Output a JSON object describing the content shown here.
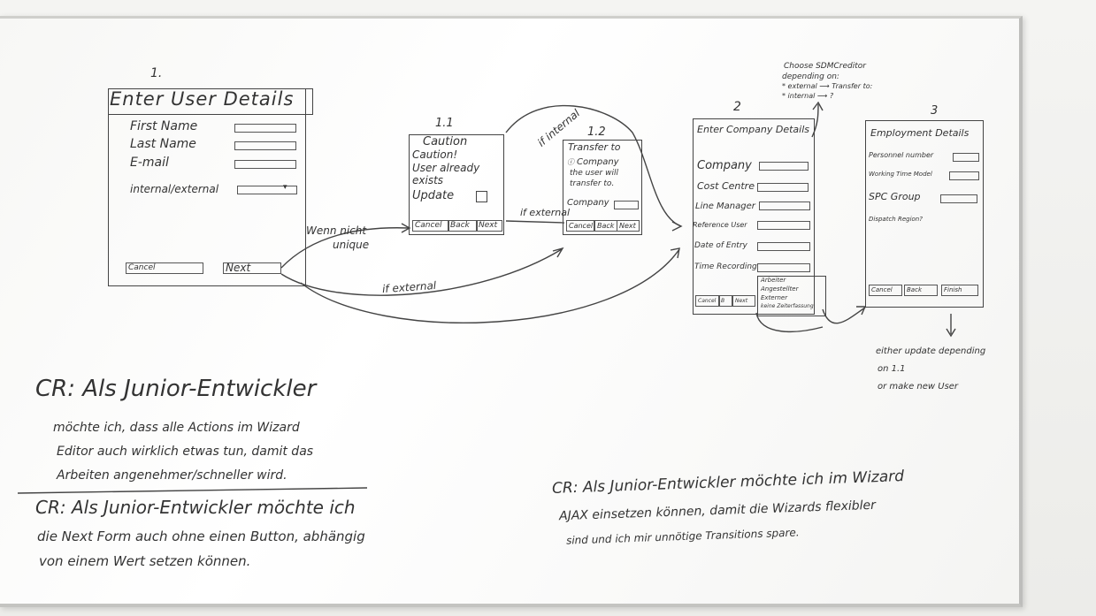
{
  "board": {
    "step_1": {
      "number": "1.",
      "title": "Enter User Details",
      "fields": [
        "First Name",
        "Last Name",
        "E-mail",
        "internal/external"
      ],
      "buttons": [
        "Cancel",
        "Next"
      ]
    },
    "step_1_1": {
      "number": "1.1",
      "title": "Caution",
      "text": [
        "Caution!",
        "User already",
        "exists",
        "Update"
      ],
      "buttons": [
        "Cancel",
        "Back",
        "Next"
      ]
    },
    "step_1_2": {
      "number": "1.2",
      "title": "Transfer to",
      "text": [
        "Company",
        "the user will",
        "transfer to."
      ],
      "field": "Company",
      "buttons": [
        "Cancel",
        "Back",
        "Next"
      ]
    },
    "step_2": {
      "number": "2",
      "title": "Enter Company Details",
      "fields": [
        "Company",
        "Cost Centre",
        "Line Manager",
        "Reference User",
        "Date of Entry",
        "Time Recording"
      ],
      "dropdown_options": [
        "Arbeiter",
        "Angestellter",
        "Externer",
        "keine Zeiterfassung"
      ],
      "buttons": [
        "Cancel",
        "B",
        "Next"
      ]
    },
    "step_3": {
      "number": "3",
      "title": "Employment Details",
      "fields": [
        "Personnel number",
        "Working Time Model",
        "SPC Group",
        "Dispatch Region?"
      ],
      "buttons": [
        "Cancel",
        "Back",
        "Finish"
      ]
    },
    "transitions": {
      "wenn_nicht_unique": [
        "Wenn nicht",
        "unique"
      ],
      "if_internal": "if internal",
      "if_external_1": "if external",
      "if_external_2": "if external"
    },
    "note_top": [
      "Choose SDMCreditor",
      "depending on:",
      "* external ⟶ Transfer to:",
      "* internal ⟶ ?"
    ],
    "note_right": [
      "either update depending",
      "on 1.1",
      "or make new User"
    ],
    "cr_1": [
      "CR: Als Junior-Entwickler",
      "möchte ich, dass alle Actions im Wizard",
      "Editor auch wirklich etwas tun, damit das",
      "Arbeiten angenehmer/schneller wird."
    ],
    "cr_2": [
      "CR: Als Junior-Entwickler möchte ich",
      "die Next Form auch ohne einen Button, abhängig",
      "von einem Wert setzen können."
    ],
    "cr_3": [
      "CR: Als Junior-Entwickler möchte ich im Wizard",
      "AJAX einsetzen können, damit die Wizards flexibler",
      "sind und ich mir unnötige Transitions spare."
    ]
  }
}
